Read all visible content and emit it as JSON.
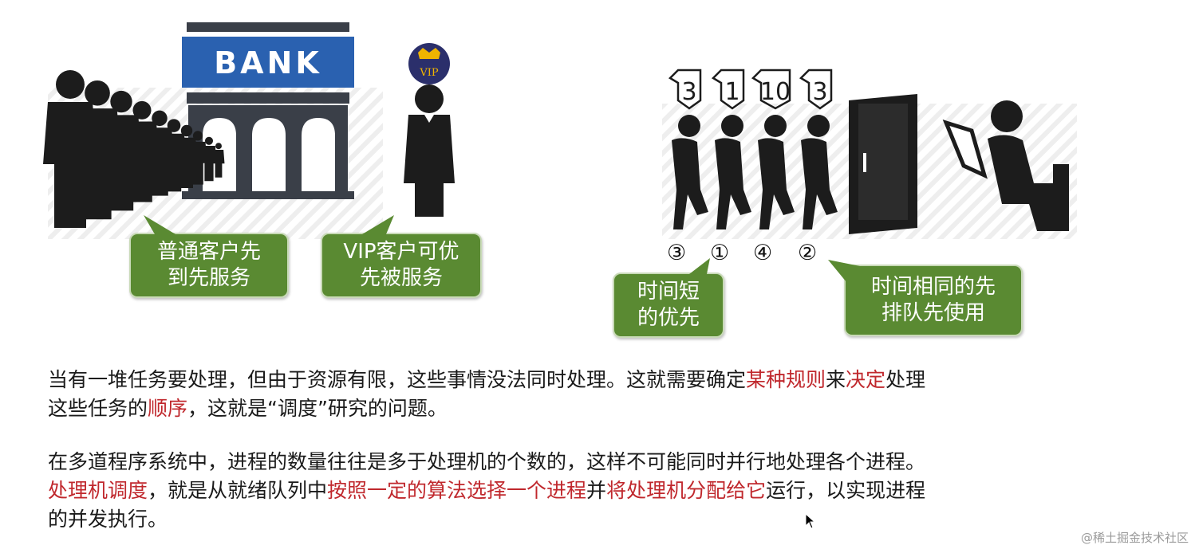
{
  "bank_sign": "BANK",
  "vip_badge": "VIP",
  "callouts": {
    "normal": [
      "普通客户先",
      "到先服务"
    ],
    "vip": [
      "VIP客户可优",
      "先被服务"
    ],
    "short": [
      "时间短",
      "的优先"
    ],
    "same": [
      "时间相同的先",
      "排队先使用"
    ]
  },
  "queue_times": [
    "3",
    "1",
    "10",
    "3"
  ],
  "queue_order": [
    "③",
    "①",
    "④",
    "②"
  ],
  "paragraph1": {
    "line1": [
      {
        "text": "当有一堆任务要处理，但由于资源有限，这些事情没法同时处理。这就需要确定",
        "red": false
      },
      {
        "text": "某种规则",
        "red": true
      },
      {
        "text": "来",
        "red": false
      },
      {
        "text": "决定",
        "red": true
      },
      {
        "text": "处理",
        "red": false
      }
    ],
    "line2": [
      {
        "text": "这些任务的",
        "red": false
      },
      {
        "text": "顺序",
        "red": true
      },
      {
        "text": "，这就是“调度”研究的问题。",
        "red": false
      }
    ]
  },
  "paragraph2": {
    "line1": [
      {
        "text": "在多道程序系统中，进程的数量往往是多于处理机的个数的，这样不可能同时并行地处理各个进程。",
        "red": false
      }
    ],
    "line2": [
      {
        "text": "处理机调度",
        "red": true
      },
      {
        "text": "，就是从就绪队列中",
        "red": false
      },
      {
        "text": "按照一定的算法选择一个进程",
        "red": true
      },
      {
        "text": "并",
        "red": false
      },
      {
        "text": "将处理机分配给它",
        "red": true
      },
      {
        "text": "运行，以实现进程",
        "red": false
      }
    ],
    "line3": [
      {
        "text": "的并发执行。",
        "red": false
      }
    ]
  },
  "watermark": "@稀土掘金技术社区",
  "colors": {
    "callout": "#5a8a32",
    "highlight": "#c0282d",
    "bank_sign": "#2a61b0"
  }
}
